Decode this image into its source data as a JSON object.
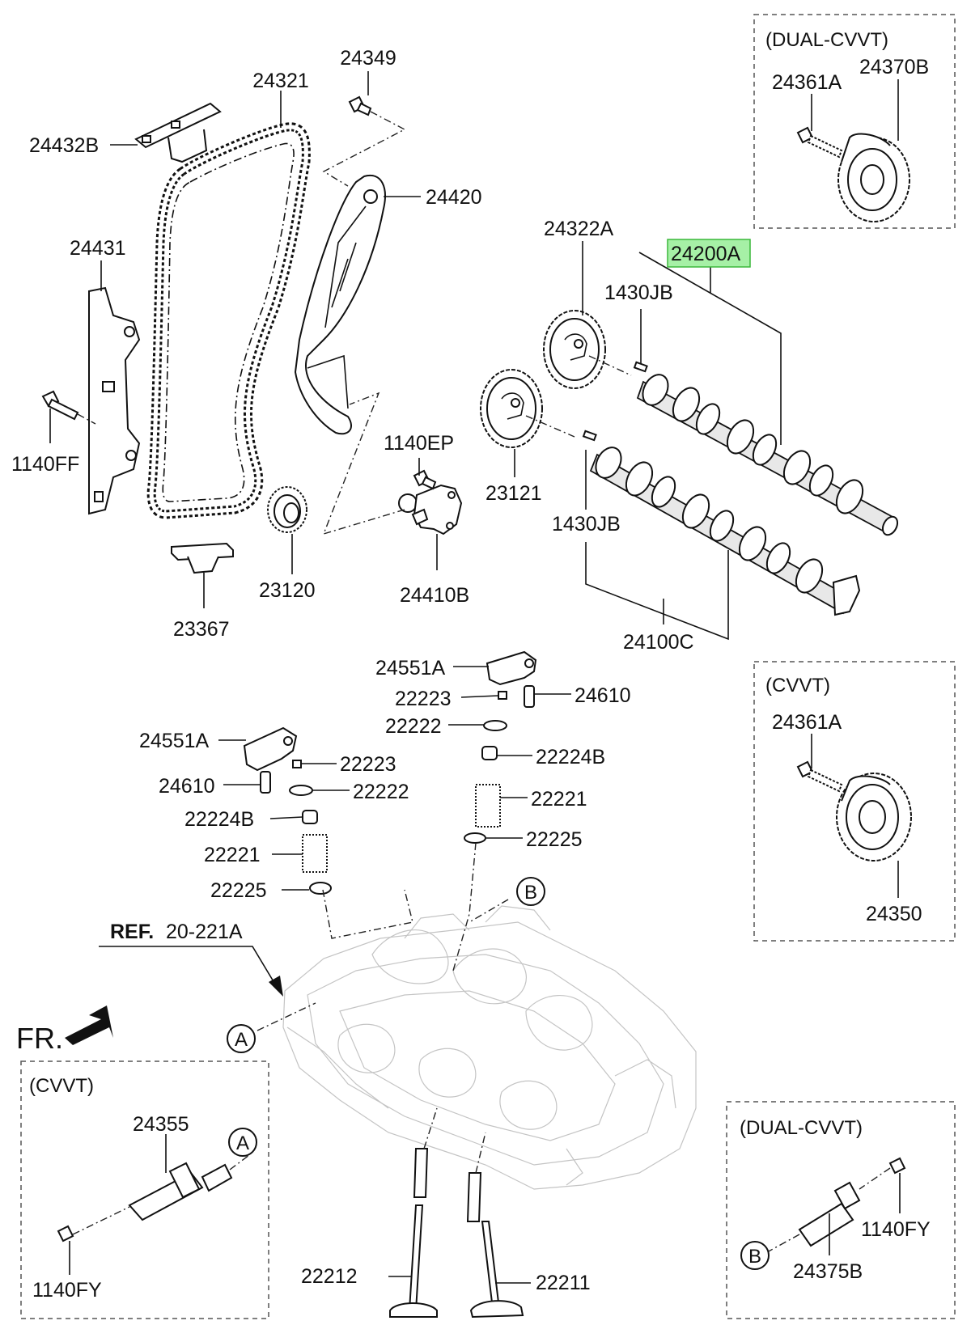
{
  "boxes": {
    "dual_cvvt_top": "(DUAL-CVVT)",
    "cvvt_right": "(CVVT)",
    "cvvt_left": "(CVVT)",
    "dual_cvvt_bottom": "(DUAL-CVVT)"
  },
  "labels": {
    "p24349": "24349",
    "p24321": "24321",
    "p24432B": "24432B",
    "p24420": "24420",
    "p24431": "24431",
    "p1140FF": "1140FF",
    "p23120": "23120",
    "p23367": "23367",
    "p1140EP": "1140EP",
    "p24410B": "24410B",
    "p24322A": "24322A",
    "p24200A": "24200A",
    "p1430JB_top": "1430JB",
    "p23121": "23121",
    "p1430JB_bottom": "1430JB",
    "p24100C": "24100C",
    "p24361A_top": "24361A",
    "p24370B": "24370B",
    "p24361A_right": "24361A",
    "p24350": "24350",
    "p24551A_top": "24551A",
    "p22223_top": "22223",
    "p24610_top": "24610",
    "p22222_top": "22222",
    "p22224B_top": "22224B",
    "p22221_right": "22221",
    "p22225_right": "22225",
    "p24551A_left": "24551A",
    "p22223_left": "22223",
    "p24610_left": "24610",
    "p22222_left": "22222",
    "p22224B_left": "22224B",
    "p22221_left": "22221",
    "p22225_left": "22225",
    "p24355": "24355",
    "p1140FY_left": "1140FY",
    "p1140FY_right": "1140FY",
    "p24375B": "24375B",
    "p22212": "22212",
    "p22211": "22211"
  },
  "reference": {
    "ref_bold": "REF.",
    "ref_num": "20-221A",
    "front": "FR."
  },
  "markers": {
    "a1": "A",
    "a2": "A",
    "b1": "B",
    "b2": "B"
  },
  "highlight": {
    "part": "24200A",
    "fill": "#a6f0a6",
    "stroke": "#3cb83c"
  }
}
